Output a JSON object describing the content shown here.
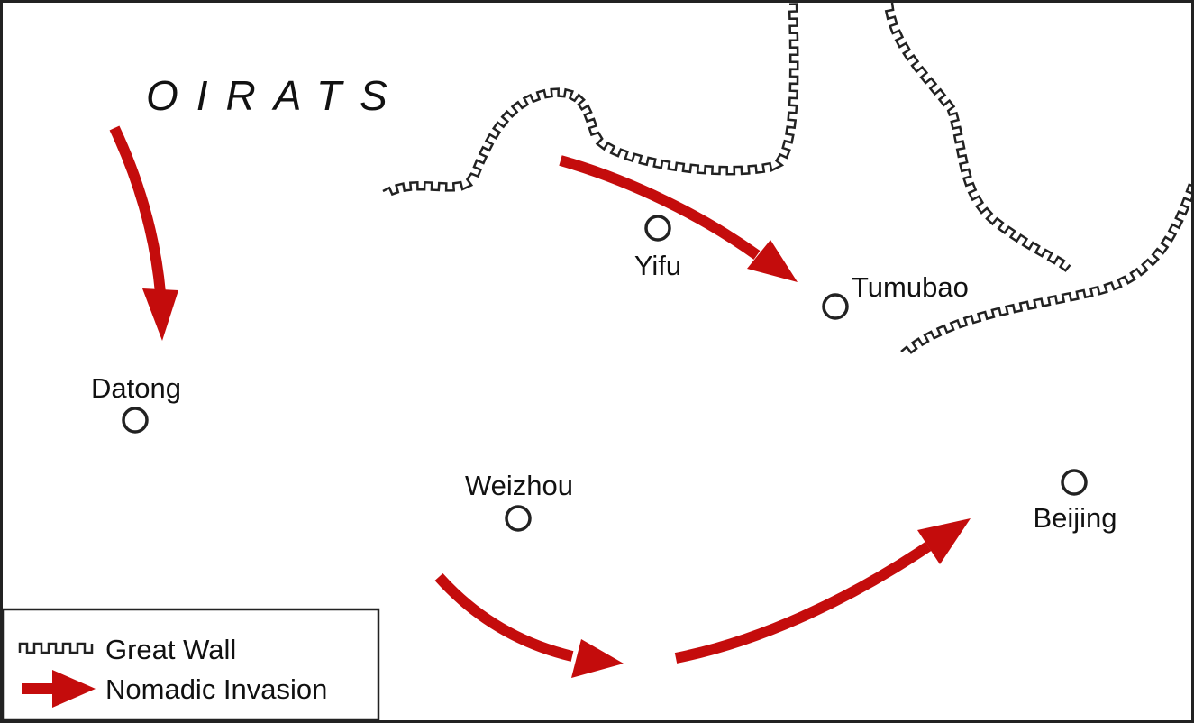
{
  "map": {
    "region_label": "OIRATS",
    "cities": [
      {
        "id": "yifu",
        "name": "Yifu"
      },
      {
        "id": "tumubao",
        "name": "Tumubao"
      },
      {
        "id": "datong",
        "name": "Datong"
      },
      {
        "id": "weizhou",
        "name": "Weizhou"
      },
      {
        "id": "beijing",
        "name": "Beijing"
      }
    ],
    "colors": {
      "invasion_arrow": "#c40c0c",
      "great_wall": "#222222",
      "border": "#222222"
    }
  },
  "legend": {
    "items": [
      {
        "label": "Great Wall",
        "symbol": "great-wall-icon"
      },
      {
        "label": "Nomadic Invasion",
        "symbol": "red-arrow-icon"
      }
    ]
  }
}
